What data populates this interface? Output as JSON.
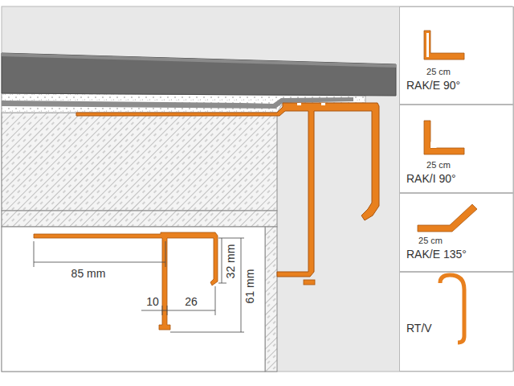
{
  "diagram": {
    "nodes": [
      {
        "text": [
          "25 cm",
          "RAK/E 90°"
        ]
      },
      {
        "text": [
          "25 cm",
          "RAK/I 90°"
        ]
      },
      {
        "text": [
          "25 cm",
          "RAK/E 135°"
        ]
      },
      {
        "text": [
          "RT/V"
        ]
      }
    ],
    "labels": [
      "85 mm",
      "10",
      "26",
      "32 mm",
      "61 mm"
    ]
  }
}
